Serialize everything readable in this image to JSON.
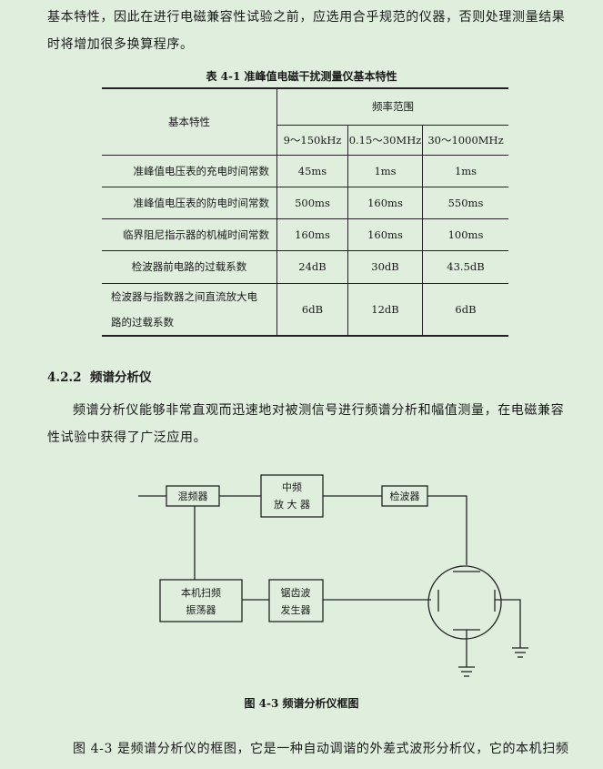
{
  "paragraphs": {
    "intro": "基本特性，因此在进行电磁兼容性试验之前，应选用合乎规范的仪器，否则处理测量结果时将增加很多换算程序。",
    "spectrum_intro": "频谱分析仪能够非常直观而迅速地对被测信号进行频谱分析和幅值测量，在电磁兼容性试验中获得了广泛应用。",
    "fig_explain": "图 4-3 是频谱分析仪的框图，它是一种自动调谐的外差式波形分析仪，它的本机扫频"
  },
  "table": {
    "caption": "表 4-1  准峰值电磁干扰测量仪基本特性",
    "header_left": "基本特性",
    "header_group": "频率范围",
    "columns": [
      "9～150kHz",
      "0.15～30MHz",
      "30～1000MHz"
    ],
    "rows": [
      {
        "label": "准峰值电压表的充电时间常数",
        "values": [
          "45ms",
          "1ms",
          "1ms"
        ]
      },
      {
        "label": "准峰值电压表的防电时间常数",
        "values": [
          "500ms",
          "160ms",
          "550ms"
        ]
      },
      {
        "label": "临界阻尼指示器的机械时间常数",
        "values": [
          "160ms",
          "160ms",
          "100ms"
        ]
      },
      {
        "label": "检波器前电路的过载系数",
        "values": [
          "24dB",
          "30dB",
          "43.5dB"
        ]
      },
      {
        "label_line1": "检波器与指数器之间直流放大电",
        "label_line2": "路的过载系数",
        "values": [
          "6dB",
          "12dB",
          "6dB"
        ]
      }
    ]
  },
  "section": {
    "number": "4.2.2",
    "title": "频谱分析仪"
  },
  "figure": {
    "caption": "图 4-3  频谱分析仪框图",
    "blocks": {
      "mixer": "混频器",
      "if_amp_line1": "中频",
      "if_amp_line2": "放 大 器",
      "detector": "检波器",
      "lo_line1": "本机扫频",
      "lo_line2": "振荡器",
      "saw_line1": "锯齿波",
      "saw_line2": "发生器"
    }
  }
}
